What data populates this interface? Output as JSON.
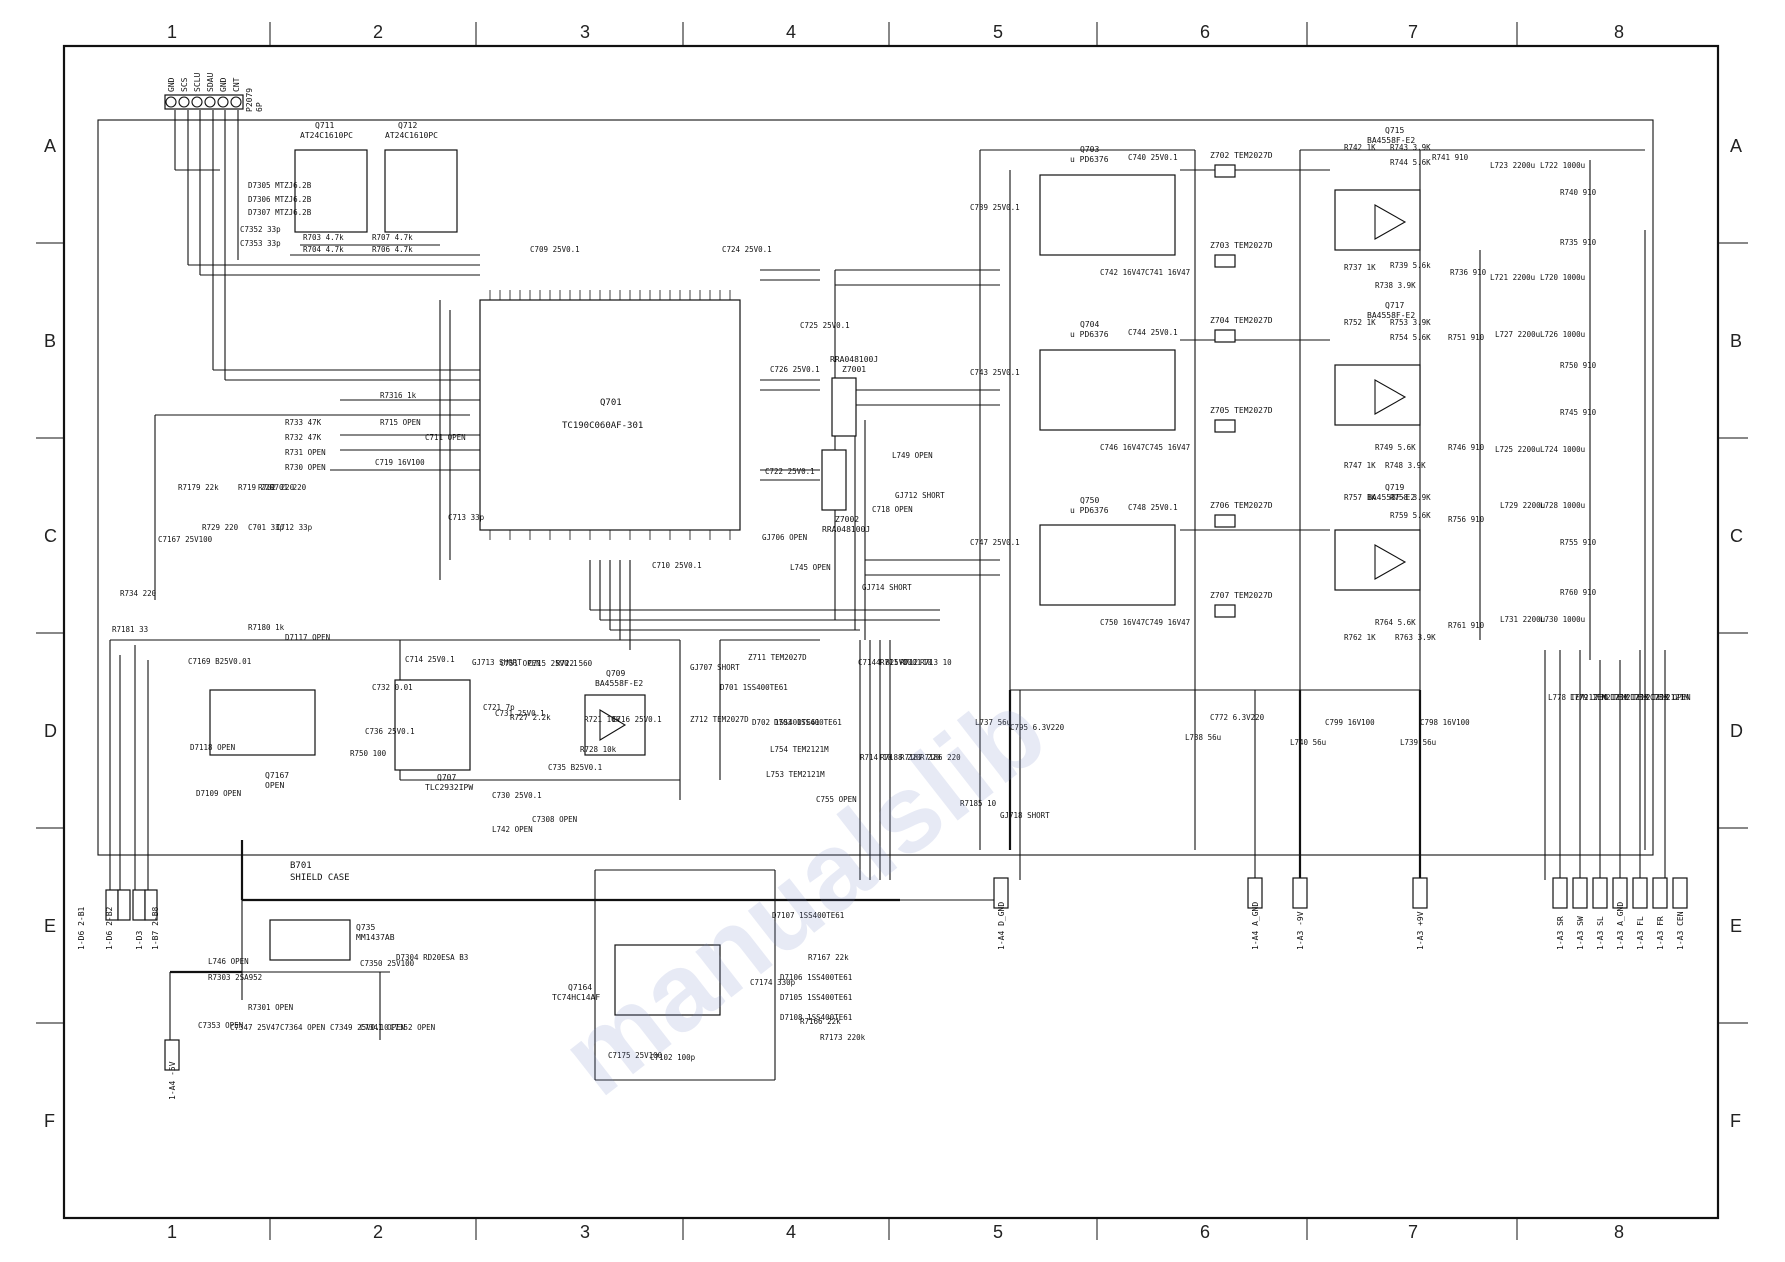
{
  "grid": {
    "columns": [
      "1",
      "2",
      "3",
      "4",
      "5",
      "6",
      "7",
      "8"
    ],
    "rows": [
      "A",
      "B",
      "C",
      "D",
      "E",
      "F"
    ]
  },
  "chips": {
    "q701": {
      "ref": "Q701",
      "part": "TC190C060AF-301"
    },
    "q703": {
      "ref": "Q703",
      "part": "u PD6376"
    },
    "q704": {
      "ref": "Q704",
      "part": "u PD6376"
    },
    "q750": {
      "ref": "Q750",
      "part": "u PD6376"
    },
    "q711": {
      "ref": "Q711",
      "part": "AT24C1610PC"
    },
    "q712": {
      "ref": "Q712",
      "part": "AT24C1610PC"
    },
    "q715": {
      "ref": "Q715",
      "part": "BA4558F-E2"
    },
    "q717": {
      "ref": "Q717",
      "part": "BA4558F-E2"
    },
    "q719": {
      "ref": "Q719",
      "part": "BA4558F-E2"
    },
    "q709": {
      "ref": "Q709",
      "part": "BA4558F-E2"
    },
    "q707": {
      "ref": "Q707",
      "part": "TLC2932IPW"
    },
    "q7167": {
      "ref": "Q7167",
      "part": "OPEN"
    },
    "q735": {
      "ref": "Q735",
      "part": "MM1437AB"
    },
    "q7164": {
      "ref": "Q7164",
      "part": "TC74HC14AF"
    }
  },
  "connectors": {
    "p2079": {
      "ref": "P2079",
      "type": "6P",
      "pins": [
        "GND",
        "SCS",
        "SCLU",
        "SDAU",
        "GND",
        "CNT"
      ]
    }
  },
  "shield": {
    "ref": "B701",
    "label": "SHIELD CASE"
  },
  "filters": [
    "Z702 TEM2027D",
    "Z703 TEM2027D",
    "Z704 TEM2027D",
    "Z705 TEM2027D",
    "Z706 TEM2027D",
    "Z707 TEM2027D"
  ],
  "resistor_arrays": [
    {
      "ref": "Z7001",
      "part": "RRA048100J"
    },
    {
      "ref": "Z7002",
      "part": "RRA048100J"
    }
  ],
  "bottom_ports": [
    "1-A4 D_GND",
    "1-A4 A_GND",
    "1-A3 -9V",
    "1-A3 +9V"
  ],
  "right_ports": [
    "1-A3 SR",
    "1-A3 SW",
    "1-A3 SL",
    "1-A3 A_GND",
    "1-A3 FL",
    "1-A3 FR",
    "1-A3 CEN"
  ],
  "left_ports": [
    "1-D6 2-B1",
    "1-D6 2-B2",
    "1-D3",
    "1-B7 2-B8",
    "1-A4 -5V"
  ],
  "labels": [
    "R7316 1k",
    "R733 47K",
    "R732 47K",
    "R731 OPEN",
    "R730 OPEN",
    "C719 16V100",
    "C711 OPEN",
    "R715 OPEN",
    "C709 25V0.1",
    "C724 25V0.1",
    "C725 25V0.1",
    "C726 25V0.1",
    "C722 25V0.1",
    "C710 25V0.1",
    "C739 25V0.1",
    "C743 25V0.1",
    "C747 25V0.1",
    "C740 25V0.1",
    "C744 25V0.1",
    "C748 25V0.1",
    "C742 16V47",
    "C741 16V47",
    "C746 16V47",
    "C745 16V47",
    "C750 16V47",
    "C749 16V47",
    "L749 OPEN",
    "L745 OPEN",
    "GJ712 SHORT",
    "GJ714 SHORT",
    "GJ706 OPEN",
    "C718 OPEN",
    "L737 56u",
    "L738 56u",
    "L740 56u",
    "L739 56u",
    "C795 6.3V220",
    "C772 6.3V220",
    "C799 16V100",
    "C798 16V100",
    "R742 1K",
    "R743 3.9K",
    "R744 5.6K",
    "R737 1K",
    "R739 5.6k",
    "R738 3.9K",
    "R752 1K",
    "R753 3.9K",
    "R754 5.6K",
    "R747 1K",
    "R749 5.6K",
    "R748 3.9K",
    "R757 1K",
    "R758 3.9K",
    "R759 5.6K",
    "R762 1K",
    "R764 5.6K",
    "R763 3.9K",
    "L723 2200u",
    "L722 1000u",
    "L721 2200u",
    "L720 1000u",
    "L727 2200u",
    "L726 1000u",
    "L725 2200u",
    "L724 1000u",
    "L729 2200u",
    "L728 1000u",
    "L731 2200u",
    "L730 1000u",
    "R741 910",
    "R740 910",
    "R736 910",
    "R735 910",
    "R751 910",
    "R750 910",
    "R746 910",
    "R745 910",
    "R756 910",
    "R755 910",
    "R761 910",
    "R760 910",
    "D7305 MTZJ6.2B",
    "D7306 MTZJ6.2B",
    "D7307 MTZJ6.2B",
    "C7352 33p",
    "C7353 33p",
    "R703 4.7k",
    "R704 4.7k",
    "R707 4.7k",
    "R706 4.7k",
    "R734 220",
    "R7181 33",
    "C7169 B25V0.01",
    "R7180 1k",
    "D7117 OPEN",
    "D7118 OPEN",
    "D7109 OPEN",
    "C7167 25V100",
    "R7179 22k",
    "R719 220",
    "R702 220",
    "R701 220",
    "R729 220",
    "C701 33p",
    "C712 33p",
    "C713 33p",
    "C714 25V0.1",
    "GJ713 SHORT",
    "C751 OPEN",
    "C715 25V0.1",
    "R722 560",
    "C732 0.01",
    "C736 25V0.1",
    "R750 100",
    "C721 7p",
    "C731 25V0.1",
    "R727 2.2k",
    "C735 B25V0.1",
    "R728 10k",
    "R721 10k",
    "C716 25V0.1",
    "C730 25V0.1",
    "C7308 OPEN",
    "L742 OPEN",
    "GJ707 SHORT",
    "Z712 TEM2027D",
    "Z711 TEM2027D",
    "D701 1SS400TE61",
    "D702 1SS400TE61",
    "D703 1SS400TE61",
    "L754 TEM2121M",
    "L753 TEM2121M",
    "C755 OPEN",
    "C7144 B25V0.01",
    "R711 10",
    "R712 10",
    "R713 10",
    "R714 10",
    "R7188 220",
    "R7187 220",
    "R7186 220",
    "R7185 10",
    "GJ718 SHORT",
    "L746 OPEN",
    "R7303 2SA952",
    "C7353 OPEN",
    "C7347 25V47",
    "R7301 OPEN",
    "C7364 OPEN",
    "C7350 25V100",
    "C7349 25V0.10",
    "C7341 OPEN",
    "C7352 OPEN",
    "D7304 RD20ESA B3",
    "D7107 1SS400TE61",
    "D7106 1SS400TE61",
    "D7105 1SS400TE61",
    "D7108 1SS400TE61",
    "R7167 22k",
    "R7166 22k",
    "R7173 220k",
    "C7174 330p",
    "C7175 25V100",
    "C7102 100p",
    "L778 TEM2121M",
    "L779 TEM2121M",
    "L780 TEM2121M",
    "L781 TEM2121M",
    "L783 TEM2121M",
    "C783 OPEN"
  ]
}
